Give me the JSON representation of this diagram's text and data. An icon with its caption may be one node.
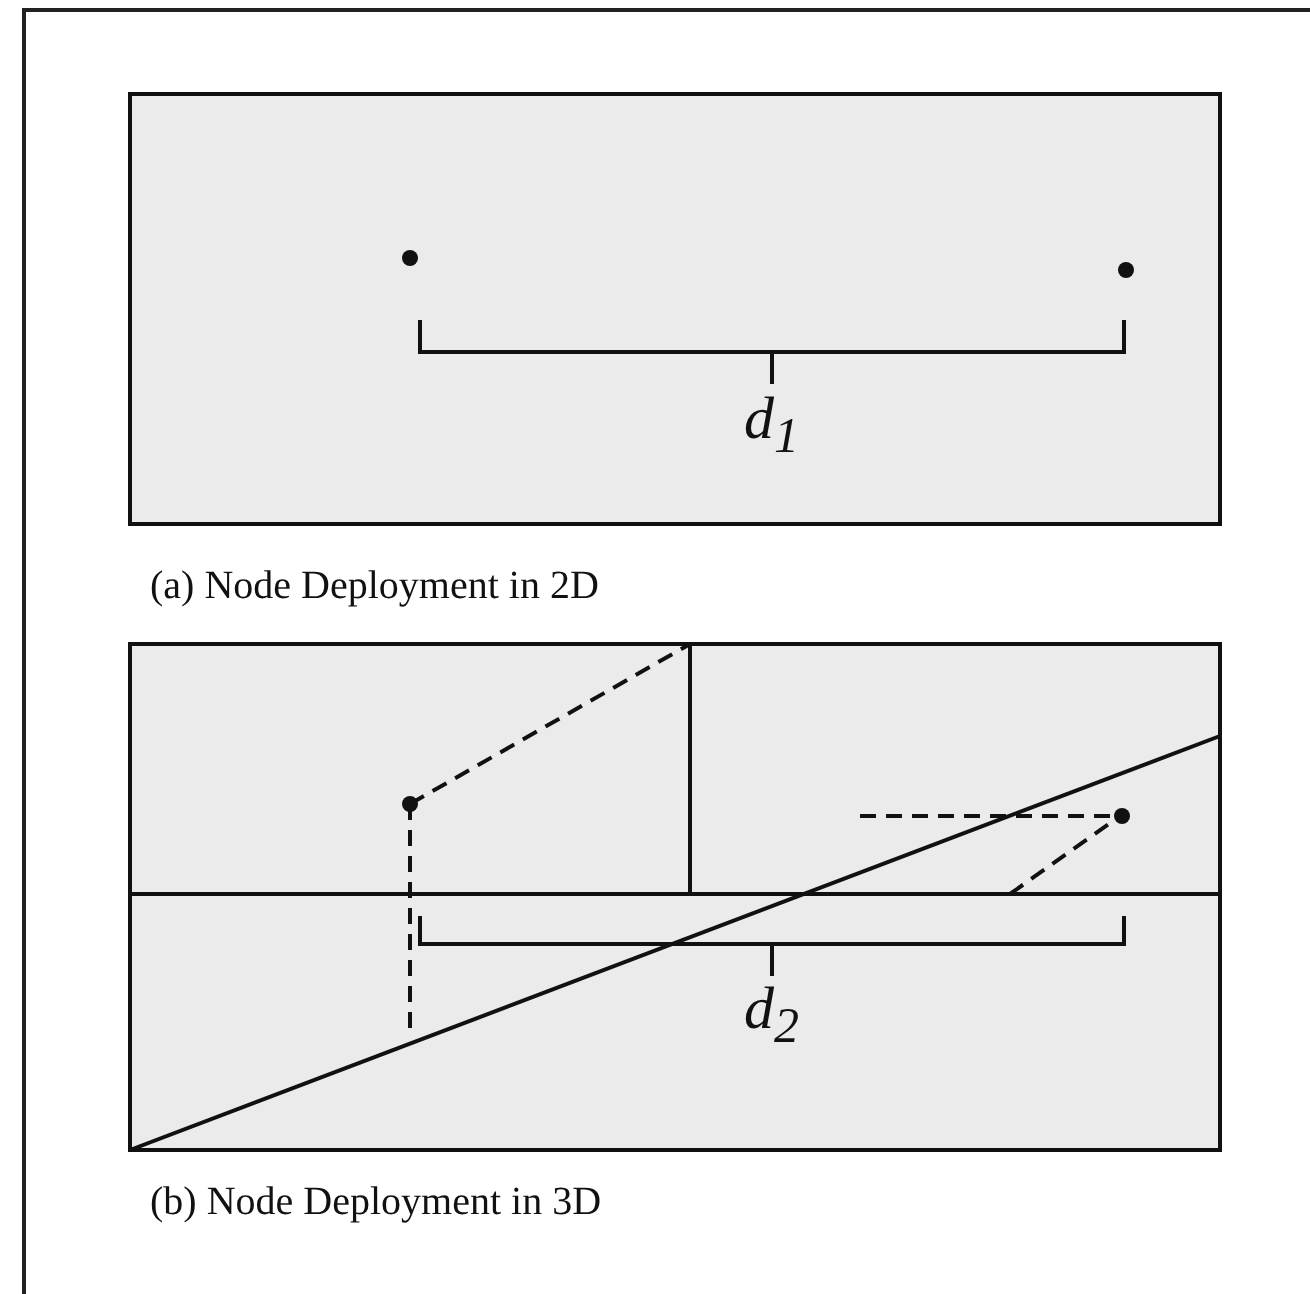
{
  "diagram": {
    "labels": [
      "d$_{1}$",
      "(a) Node Deployment in 2D",
      "d$_{2}$",
      "(b) Node Deployment in 3D"
    ]
  }
}
